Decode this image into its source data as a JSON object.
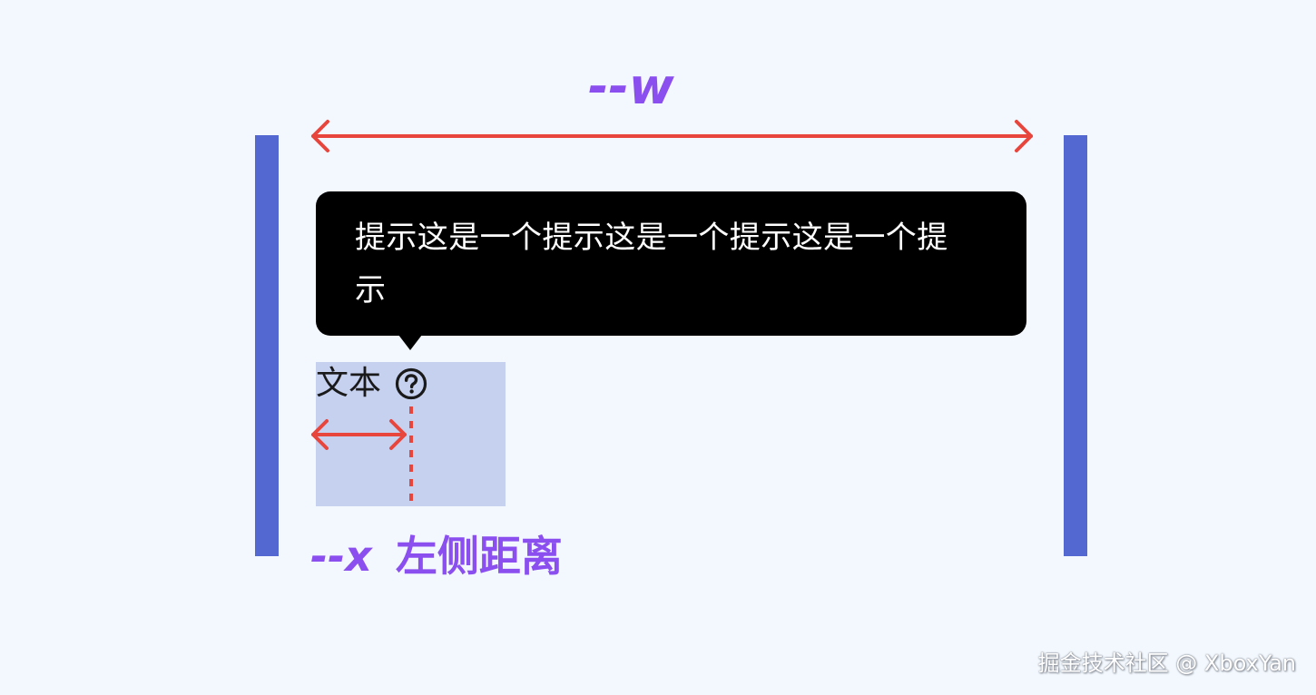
{
  "diagram": {
    "width_label": "--w",
    "tooltip_text": "提示这是一个提示这是一个提示这是一个提示",
    "trigger_text": "文本",
    "help_icon": "question-circle-icon",
    "offset_var": "--x",
    "offset_caption": "左侧距离",
    "watermark": "掘金技术社区 @ XboxYan"
  },
  "colors": {
    "background": "#f3f8fe",
    "container_border": "#5468d2",
    "arrow": "#e8453c",
    "label_accent": "#8b4ff0",
    "tooltip_bg": "#000000",
    "trigger_highlight": "#c6d1f0"
  }
}
